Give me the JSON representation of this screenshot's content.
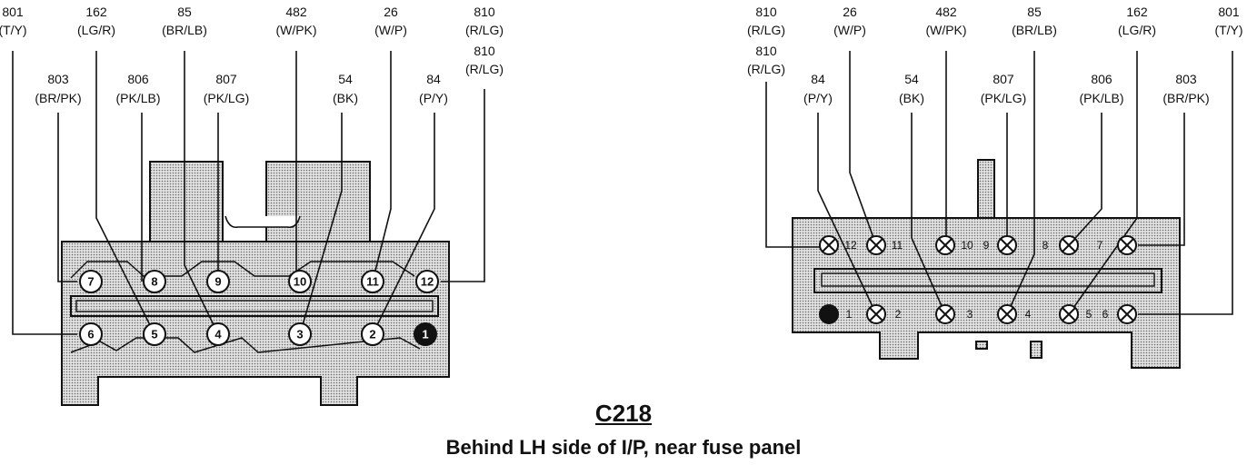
{
  "connector": {
    "id": "C218",
    "location": "Behind LH side of I/P, near fuse panel"
  },
  "left_view": {
    "wires": [
      {
        "circuit": "801",
        "color": "(T/Y)",
        "pin": "6"
      },
      {
        "circuit": "162",
        "color": "(LG/R)",
        "pin": "5"
      },
      {
        "circuit": "85",
        "color": "(BR/LB)",
        "pin": "4"
      },
      {
        "circuit": "482",
        "color": "(W/PK)",
        "pin": "10"
      },
      {
        "circuit": "26",
        "color": "(W/P)",
        "pin": "11"
      },
      {
        "circuit": "810",
        "color": "(R/LG)",
        "pin": "12"
      },
      {
        "circuit": "810",
        "color": "(R/LG)",
        "pin": "12"
      },
      {
        "circuit": "803",
        "color": "(BR/PK)",
        "pin": "7"
      },
      {
        "circuit": "806",
        "color": "(PK/LB)",
        "pin": "8"
      },
      {
        "circuit": "807",
        "color": "(PK/LG)",
        "pin": "9"
      },
      {
        "circuit": "54",
        "color": "(BK)",
        "pin": "3"
      },
      {
        "circuit": "84",
        "color": "(P/Y)",
        "pin": "2"
      }
    ],
    "pins": [
      "7",
      "8",
      "9",
      "10",
      "11",
      "12",
      "6",
      "5",
      "4",
      "3",
      "2",
      "1"
    ]
  },
  "right_view": {
    "wires": [
      {
        "circuit": "810",
        "color": "(R/LG)",
        "pin": "12"
      },
      {
        "circuit": "810",
        "color": "(R/LG)",
        "pin": "12"
      },
      {
        "circuit": "26",
        "color": "(W/P)",
        "pin": "11"
      },
      {
        "circuit": "482",
        "color": "(W/PK)",
        "pin": "10"
      },
      {
        "circuit": "85",
        "color": "(BR/LB)",
        "pin": "4"
      },
      {
        "circuit": "162",
        "color": "(LG/R)",
        "pin": "5"
      },
      {
        "circuit": "801",
        "color": "(T/Y)",
        "pin": "6"
      },
      {
        "circuit": "84",
        "color": "(P/Y)",
        "pin": "2"
      },
      {
        "circuit": "54",
        "color": "(BK)",
        "pin": "3"
      },
      {
        "circuit": "807",
        "color": "(PK/LG)",
        "pin": "9"
      },
      {
        "circuit": "806",
        "color": "(PK/LB)",
        "pin": "8"
      },
      {
        "circuit": "803",
        "color": "(BR/PK)",
        "pin": "7"
      }
    ],
    "cavity_labels": [
      "12",
      "11",
      "10",
      "9",
      "8",
      "7",
      "1",
      "2",
      "3",
      "4",
      "5",
      "6"
    ]
  }
}
